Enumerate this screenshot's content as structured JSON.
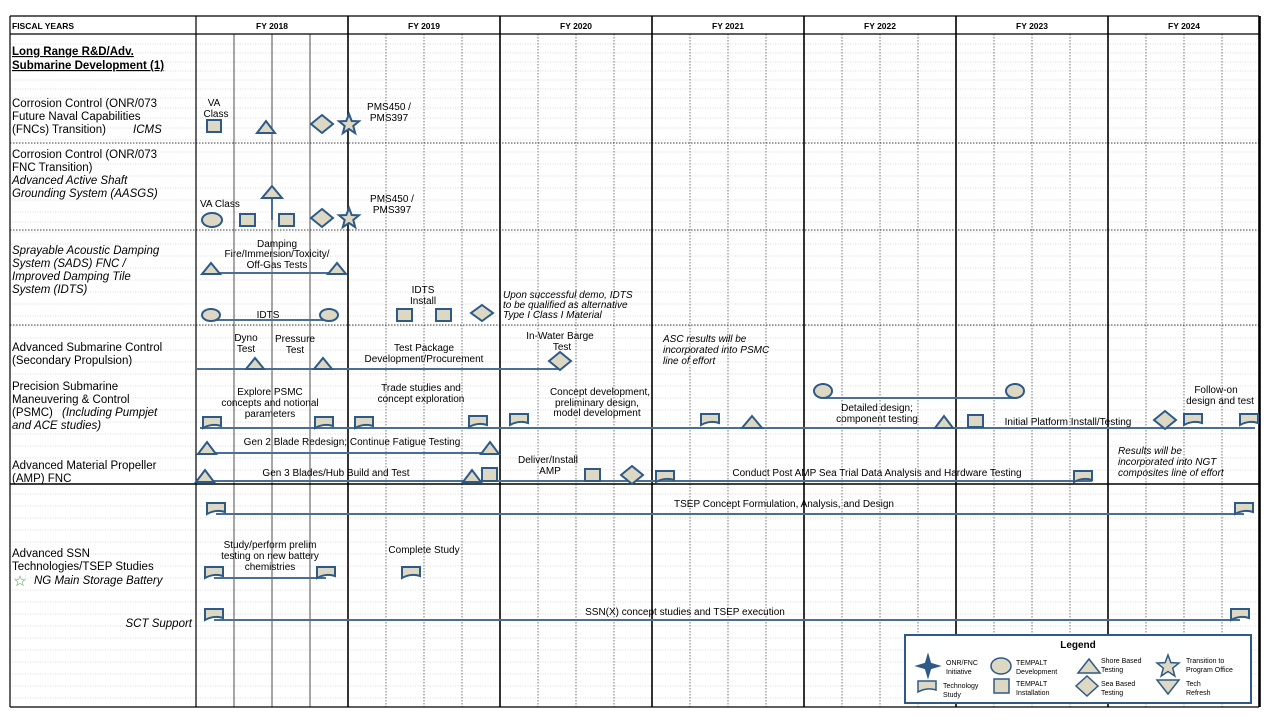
{
  "header": {
    "fiscal_years_label": "FISCAL YEARS",
    "years": [
      "FY 2018",
      "FY 2019",
      "FY 2020",
      "FY 2021",
      "FY 2022",
      "FY 2023",
      "FY 2024"
    ]
  },
  "colors": {
    "shape_fill": "#ddd8c4",
    "shape_stroke": "#2e5a87",
    "line": "#4a6f96",
    "grid_dotted": "#555555",
    "grid_solid": "#000000"
  },
  "rows": {
    "long_range": {
      "line1": "Long Range R&D/Adv.",
      "line2": "Submarine Development (1)"
    },
    "icms": {
      "l1": "Corrosion Control (ONR/073",
      "l2": "Future Naval Capabilities",
      "l3": "(FNCs) Transition)",
      "l3i": "ICMS"
    },
    "aasgs": {
      "l1": "Corrosion Control (ONR/073",
      "l2": "FNC Transition)",
      "l3": "Advanced Active Shaft",
      "l4": "Grounding System (AASGS)"
    },
    "sads": {
      "l1": "Sprayable Acoustic Damping",
      "l2": "System (SADS) FNC /",
      "l3": "Improved Damping Tile",
      "l4": "System (IDTS)"
    },
    "asc": {
      "l1": "Advanced Submarine Control",
      "l2": "(Secondary Propulsion)"
    },
    "psmc": {
      "l1": "Precision Submarine",
      "l2": "Maneuvering & Control",
      "l3": "(PSMC)",
      "l3i": "(Including Pumpjet",
      "l4i": "and ACE studies)"
    },
    "amp": {
      "l1": "Advanced Material Propeller",
      "l2": "(AMP) FNC"
    },
    "ssn": {
      "l1": "Advanced SSN",
      "l2": "Technologies/TSEP Studies",
      "l3": "NG Main Storage Battery"
    },
    "sct": {
      "l1": "SCT Support"
    }
  },
  "annotations": {
    "icms_va_class_1": "VA",
    "icms_va_class_2": "Class",
    "icms_pms_1": "PMS450 /",
    "icms_pms_2": "PMS397",
    "aasgs_va_class": "VA Class",
    "aasgs_pms_1": "PMS450 /",
    "aasgs_pms_2": "PMS397",
    "sads_damping_1": "Damping",
    "sads_damping_2": "Fire/Immersion/Toxicity/",
    "sads_damping_3": "Off-Gas Tests",
    "sads_idts": "IDTS",
    "sads_idts_install_1": "IDTS",
    "sads_idts_install_2": "Install",
    "sads_upon_1": "Upon successful demo, IDTS",
    "sads_upon_2": "to be qualified as alternative",
    "sads_upon_3": "Type I Class I Material",
    "asc_dyno_1": "Dyno",
    "asc_dyno_2": "Test",
    "asc_pressure_1": "Pressure",
    "asc_pressure_2": "Test",
    "asc_test_pkg_1": "Test Package",
    "asc_test_pkg_2": "Development/Procurement",
    "asc_inwater_1": "In-Water Barge",
    "asc_inwater_2": "Test",
    "asc_results_1": "ASC results will be",
    "asc_results_2": "incorporated into PSMC",
    "asc_results_3": "line of effort",
    "psmc_explore_1": "Explore PSMC",
    "psmc_explore_2": "concepts and notional",
    "psmc_explore_3": "parameters",
    "psmc_trade_1": "Trade studies and",
    "psmc_trade_2": "concept exploration",
    "psmc_concept_1": "Concept development,",
    "psmc_concept_2": "preliminary  design,",
    "psmc_concept_3": "model development",
    "psmc_detailed_1": "Detailed design;",
    "psmc_detailed_2": "component testing",
    "psmc_initial": "Initial Platform Install/Testing",
    "psmc_followon_1": "Follow-on",
    "psmc_followon_2": "design and test",
    "amp_gen2": "Gen 2 Blade Redesign;  Continue Fatigue Testing",
    "amp_gen3": "Gen 3 Blades/Hub  Build and Test",
    "amp_deliver_1": "Deliver/Install",
    "amp_deliver_2": "AMP",
    "amp_conduct": "Conduct Post AMP Sea Trial Data Analysis and Hardware Testing",
    "amp_results_1": "Results will be",
    "amp_results_2": "incorporated into NGT",
    "amp_results_3": "composites line of effort",
    "tsep_concept": "TSEP  Concept  Formulation,  Analysis,  and  Design",
    "ssn_study_1": "Study/perform  prelim",
    "ssn_study_2": "testing on new battery",
    "ssn_study_3": "chemistries",
    "ssn_complete": "Complete  Study",
    "sct_ssnx": "SSN(X)  concept studies and TSEP execution"
  },
  "legend": {
    "title": "Legend",
    "items": [
      {
        "icon": "four-point-star-icon",
        "l1": "ONR/FNC",
        "l2": "Initiative"
      },
      {
        "icon": "circle-icon",
        "l1": "TEMPALT",
        "l2": "Development"
      },
      {
        "icon": "triangle-icon",
        "l1": "Shore Based",
        "l2": "Testing"
      },
      {
        "icon": "star-icon",
        "l1": "Transition to",
        "l2": "Program Office"
      },
      {
        "icon": "document-icon",
        "l1": "Technology",
        "l2": "Study"
      },
      {
        "icon": "square-icon",
        "l1": "TEMPALT",
        "l2": "Installation"
      },
      {
        "icon": "diamond-icon",
        "l1": "Sea Based",
        "l2": "Testing"
      },
      {
        "icon": "inverted-triangle-icon",
        "l1": "Tech",
        "l2": "Refresh"
      }
    ]
  }
}
